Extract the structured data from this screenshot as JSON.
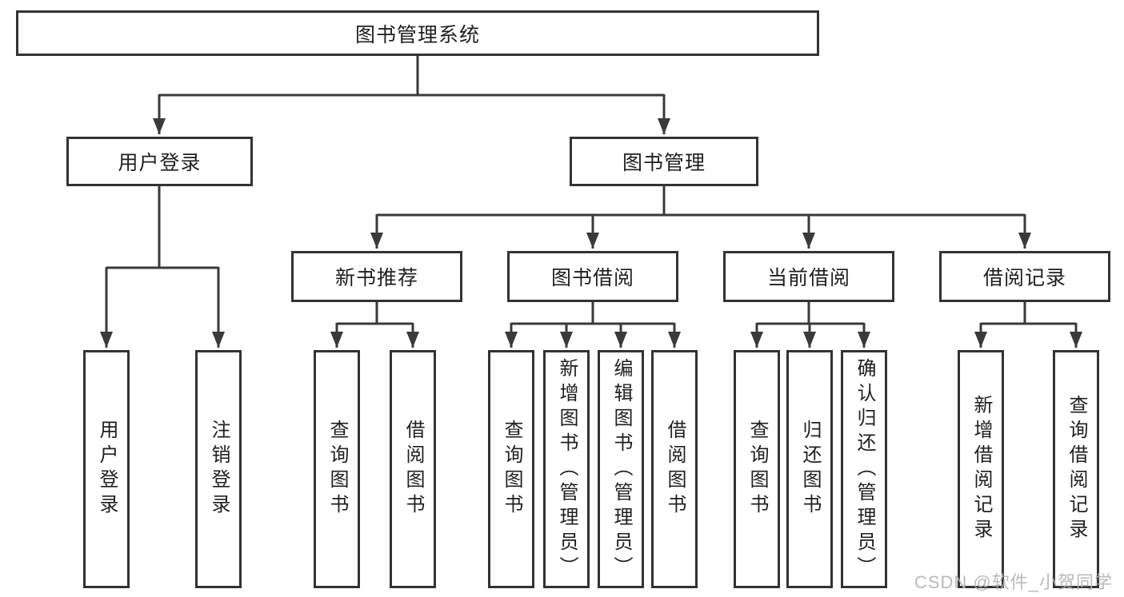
{
  "diagram": {
    "tree": {
      "label": "图书管理系统",
      "children": [
        {
          "label": "用户登录",
          "children": [
            {
              "label": "用户登录"
            },
            {
              "label": "注销登录"
            }
          ]
        },
        {
          "label": "图书管理",
          "children": [
            {
              "label": "新书推荐",
              "children": [
                {
                  "label": "查询图书"
                },
                {
                  "label": "借阅图书"
                }
              ]
            },
            {
              "label": "图书借阅",
              "children": [
                {
                  "label": "查询图书"
                },
                {
                  "label": "新增图书（管理员）"
                },
                {
                  "label": "编辑图书（管理员）"
                },
                {
                  "label": "借阅图书"
                }
              ]
            },
            {
              "label": "当前借阅",
              "children": [
                {
                  "label": "查询图书"
                },
                {
                  "label": "归还图书"
                },
                {
                  "label": "确认归还（管理员）"
                }
              ]
            },
            {
              "label": "借阅记录",
              "children": [
                {
                  "label": "新增借阅记录"
                },
                {
                  "label": "查询借阅记录"
                }
              ]
            }
          ]
        }
      ]
    }
  },
  "watermark": {
    "text": "CSDN @软件_小贺同学"
  },
  "colors": {
    "line": "#3a3a3a",
    "box_border": "#333333",
    "text": "#1f1f1f",
    "background": "#ffffff",
    "watermark": "#b3b3b3"
  }
}
